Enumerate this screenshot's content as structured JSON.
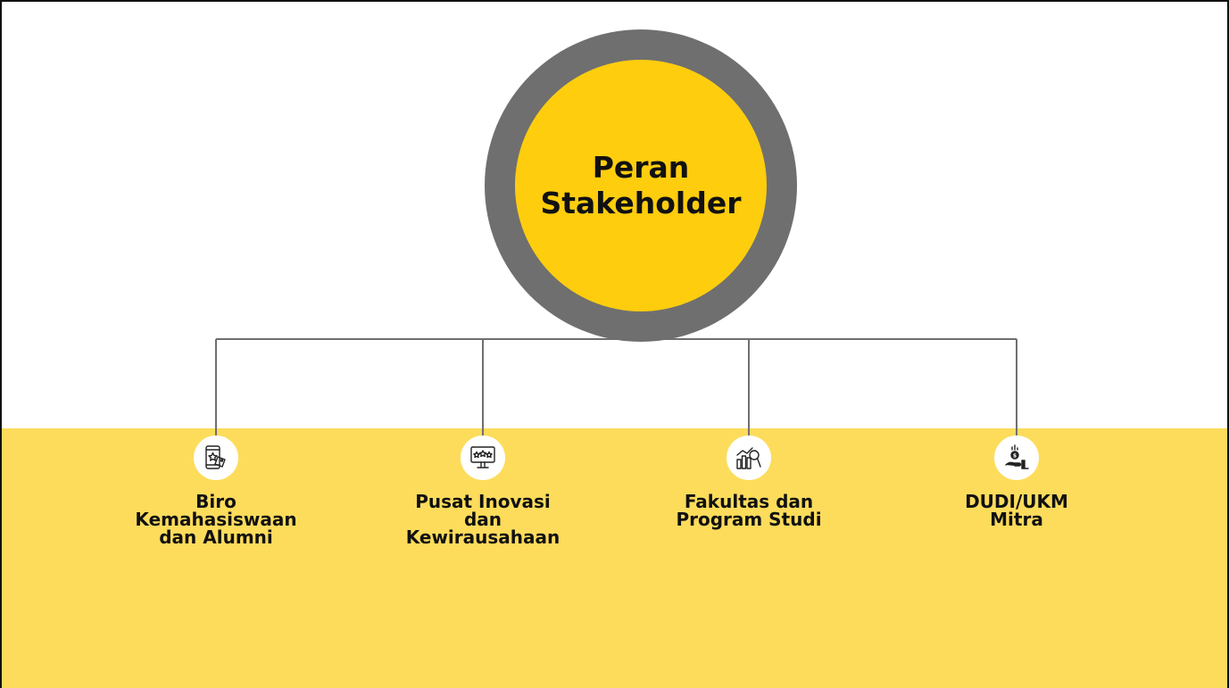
{
  "diagram": {
    "center": {
      "title": "Peran\nStakeholder"
    },
    "nodes": [
      {
        "label": "Biro\nKemahasiswaan\ndan Alumni",
        "icon": "mobile-review-stars-icon"
      },
      {
        "label": "Pusat Inovasi\ndan\nKewirausahaan",
        "icon": "monitor-rating-stars-icon"
      },
      {
        "label": "Fakultas dan\nProgram Studi",
        "icon": "bar-chart-magnifier-icon"
      },
      {
        "label": "DUDI/UKM\nMitra",
        "icon": "hand-coin-investment-icon"
      }
    ]
  },
  "colors": {
    "ring": "#6f6f6f",
    "center_fill": "#fecd0e",
    "band": "#fddc5c",
    "connector": "#6f6f6f",
    "text": "#111111"
  }
}
